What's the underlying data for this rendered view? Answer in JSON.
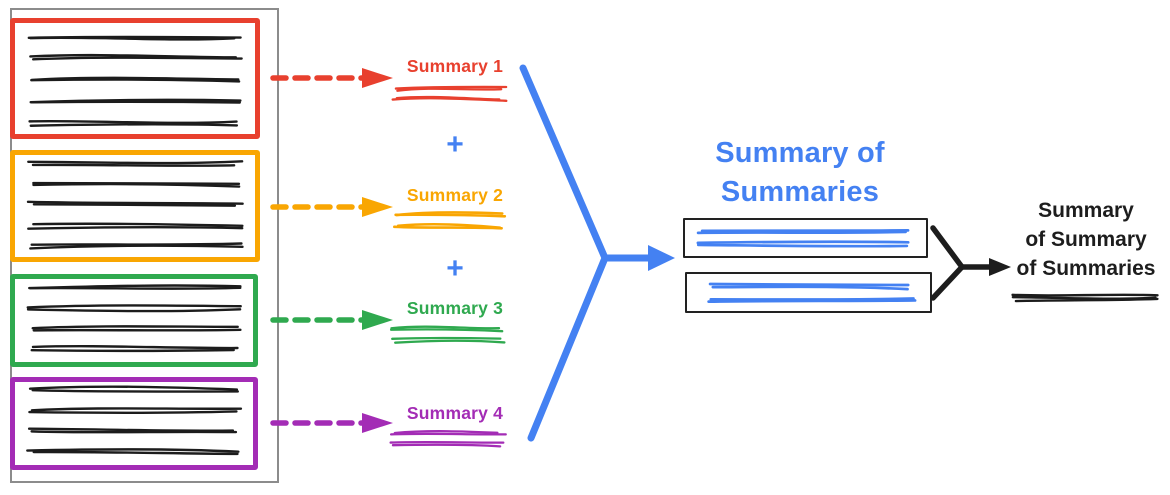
{
  "diagram": {
    "title": "Summarization of summaries flow diagram",
    "colors": {
      "red": "#e8402e",
      "orange": "#f9a602",
      "green": "#2fa94f",
      "purple": "#a32cb5",
      "blue": "#4481f2",
      "outline_gray": "#8c8c8c",
      "ink_black": "#1c1c1c"
    },
    "source_documents": [
      {
        "name": "document-1",
        "color": "#e8402e",
        "text_lines": 5
      },
      {
        "name": "document-2",
        "color": "#f9a602",
        "text_lines": 5
      },
      {
        "name": "document-3",
        "color": "#2fa94f",
        "text_lines": 4
      },
      {
        "name": "document-4",
        "color": "#a32cb5",
        "text_lines": 4
      }
    ],
    "summaries": [
      {
        "label": "Summary 1",
        "color": "#e8402e"
      },
      {
        "label": "Summary 2",
        "color": "#f9a602"
      },
      {
        "label": "Summary 3",
        "color": "#2fa94f"
      },
      {
        "label": "Summary 4",
        "color": "#a32cb5"
      }
    ],
    "plus_sign": "+",
    "merge_title": {
      "line1": "Summary of",
      "line2": "Summaries"
    },
    "merge_boxes": 2,
    "final_label": {
      "line1": "Summary",
      "line2": "of Summary",
      "line3": "of Summaries"
    }
  }
}
